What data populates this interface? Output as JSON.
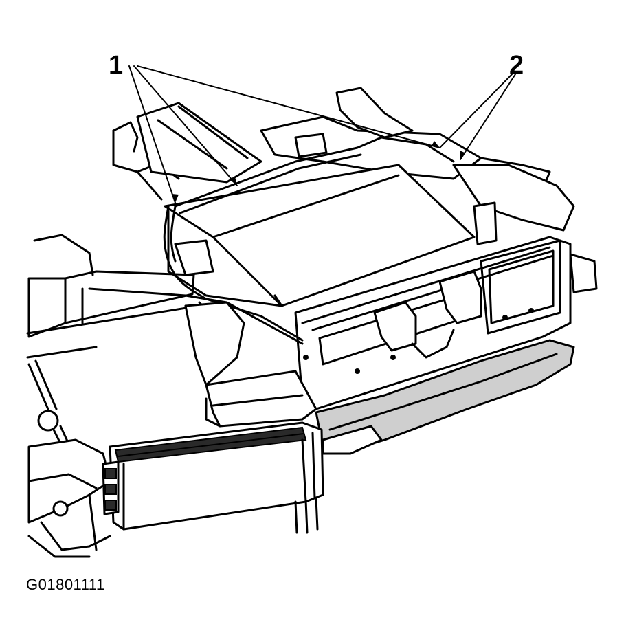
{
  "callouts": [
    {
      "label": "1"
    },
    {
      "label": "2"
    }
  ],
  "figure_id": "G01801111"
}
